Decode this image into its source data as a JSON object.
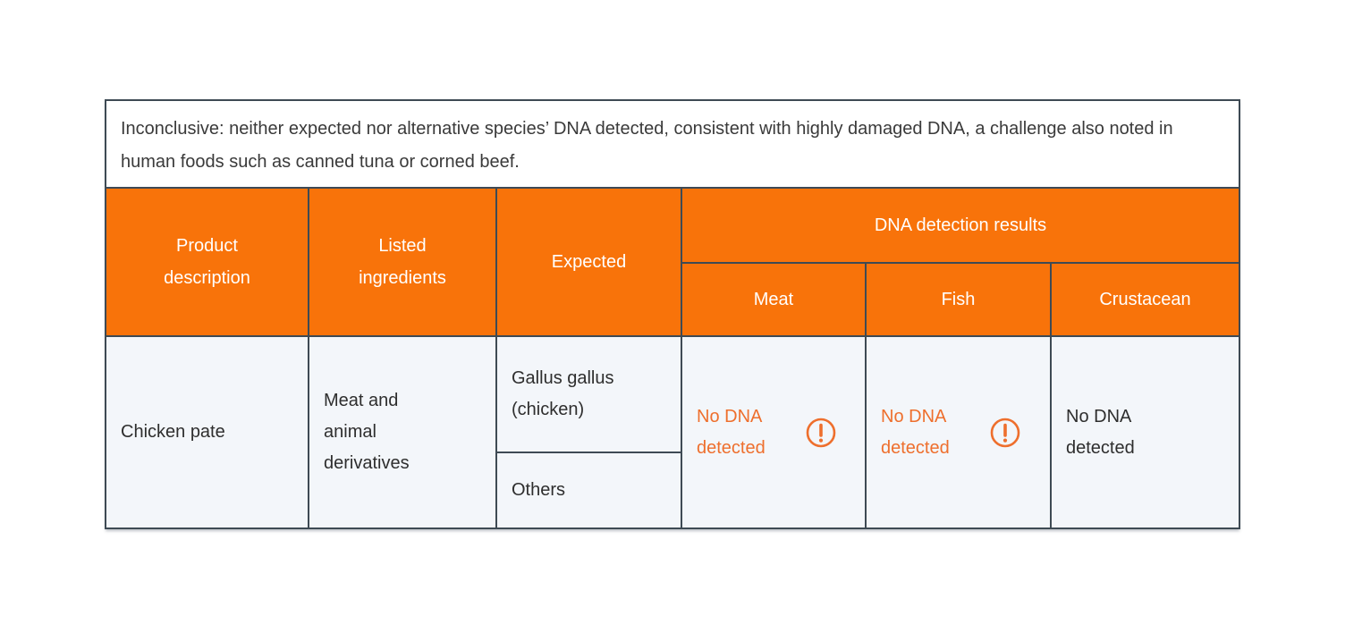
{
  "colors": {
    "header_bg": "#F8730A",
    "header_text": "#FFFFFF",
    "accent_text": "#EE6F2D",
    "border": "#3E4A54",
    "cell_bg": "#F3F6FA",
    "note_bg": "#FFFFFF",
    "body_text": "#303030"
  },
  "note": {
    "text": "Inconclusive: neither expected nor alternative species’ DNA detected, consistent with highly damaged DNA, a challenge also noted in human foods such as canned tuna or corned beef."
  },
  "table": {
    "columns": {
      "product": "Product description",
      "ingredients": "Listed ingredients",
      "expected": "Expected",
      "dna_group": "DNA detection results",
      "meat": "Meat",
      "fish": "Fish",
      "crustacean": "Crustacean"
    },
    "row": {
      "product": "Chicken pate",
      "ingredients": "Meat and animal derivatives",
      "expected_species": "Gallus gallus (chicken)",
      "expected_others": "Others",
      "results": {
        "meat": {
          "text": "No DNA detected",
          "warning": true
        },
        "fish": {
          "text": "No DNA detected",
          "warning": true
        },
        "crustacean": {
          "text": "No DNA detected",
          "warning": false
        }
      }
    },
    "icons": {
      "warning": "exclamation-circle-icon"
    }
  }
}
